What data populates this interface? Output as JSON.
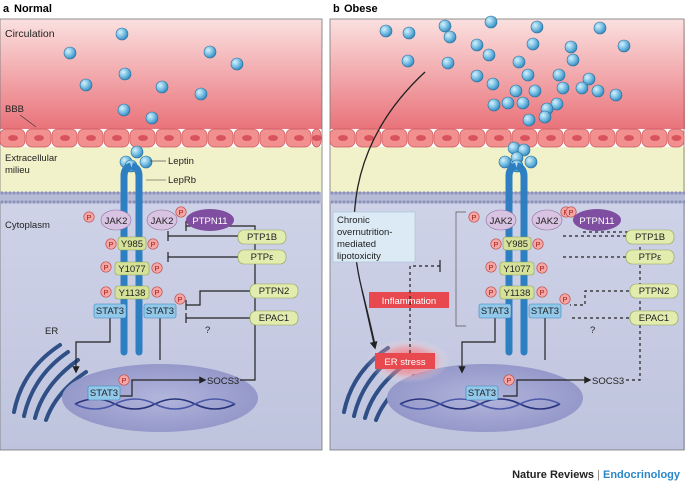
{
  "panel_a": {
    "letter": "a",
    "title": "Normal",
    "regions": {
      "circulation": "Circulation",
      "bbb": "BBB",
      "extracellular_line1": "Extracellular",
      "extracellular_line2": "milieu",
      "cytoplasm": "Cytoplasm",
      "er": "ER"
    },
    "receptor_labels": {
      "leptin": "Leptin",
      "leprb": "LepRb"
    },
    "nodes": {
      "jak2_left": "JAK2",
      "jak2_right": "JAK2",
      "ptpn11": "PTPN11",
      "y985": "Y985",
      "y1077": "Y1077",
      "y1138": "Y1138",
      "stat3_left": "STAT3",
      "stat3_right": "STAT3",
      "stat3_nucleus": "STAT3",
      "socs3": "SOCS3",
      "phospho": "P",
      "question": "?"
    },
    "regulators": [
      "PTP1B",
      "PTPε",
      "PTPN2",
      "EPAC1"
    ]
  },
  "panel_b": {
    "letter": "b",
    "title": "Obese",
    "chronic_text": [
      "Chronic",
      "overnutrition-",
      "mediated",
      "lipotoxicity"
    ],
    "inflammation": "Inflammation",
    "er_stress": "ER stress",
    "nodes": {
      "jak2_left": "JAK2",
      "jak2_right": "JAK2",
      "ptpn11": "PTPN11",
      "y985": "Y985",
      "y1077": "Y1077",
      "y1138": "Y1138",
      "stat3_left": "STAT3",
      "stat3_right": "STAT3",
      "stat3_nucleus": "STAT3",
      "socs3": "SOCS3",
      "phospho": "P",
      "question": "?"
    },
    "regulators": [
      "PTP1B",
      "PTPε",
      "PTPN2",
      "EPAC1"
    ]
  },
  "footer": {
    "journal": "Nature Reviews",
    "separator": " | ",
    "section": "Endocrinology"
  },
  "colors": {
    "circulation_top": "#f4b3b5",
    "circulation_bottom": "#e8636c",
    "extracellular": "#f1f2c9",
    "cytoplasm": "#c7cce3",
    "receptor": "#2e7fc2",
    "leptin": "#6fb8e0",
    "jak2": "#d9c3e2",
    "ptpn11": "#7f4ea0",
    "phospho": "#f4a7a5",
    "residue": "#d6e29a",
    "stat3": "#92c9ea",
    "regulator": "#e2ecae",
    "nucleus": "#9b9fcd",
    "inflammation": "#e8494f",
    "endocrinology_blue": "#2a86c8"
  }
}
